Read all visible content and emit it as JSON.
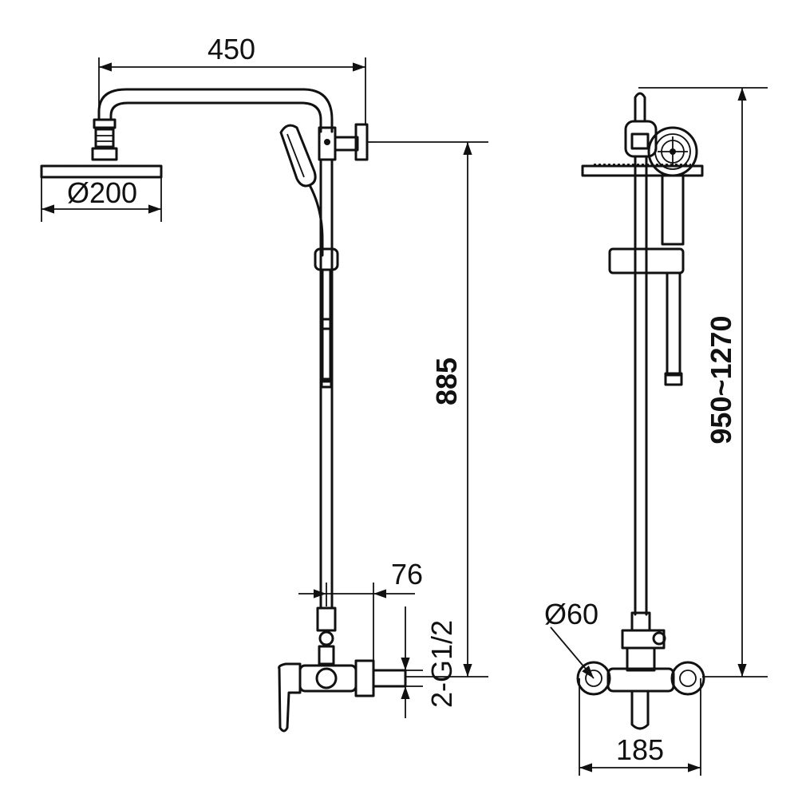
{
  "dimensions": {
    "arm_length": "450",
    "head_diameter": "Ø200",
    "outlet_height": "885",
    "inlet_offset": "76",
    "inlet_thread": "2-G1/2",
    "mixer_diameter": "Ø60",
    "adjustable_height": "950~1270",
    "inlet_spacing": "185"
  }
}
